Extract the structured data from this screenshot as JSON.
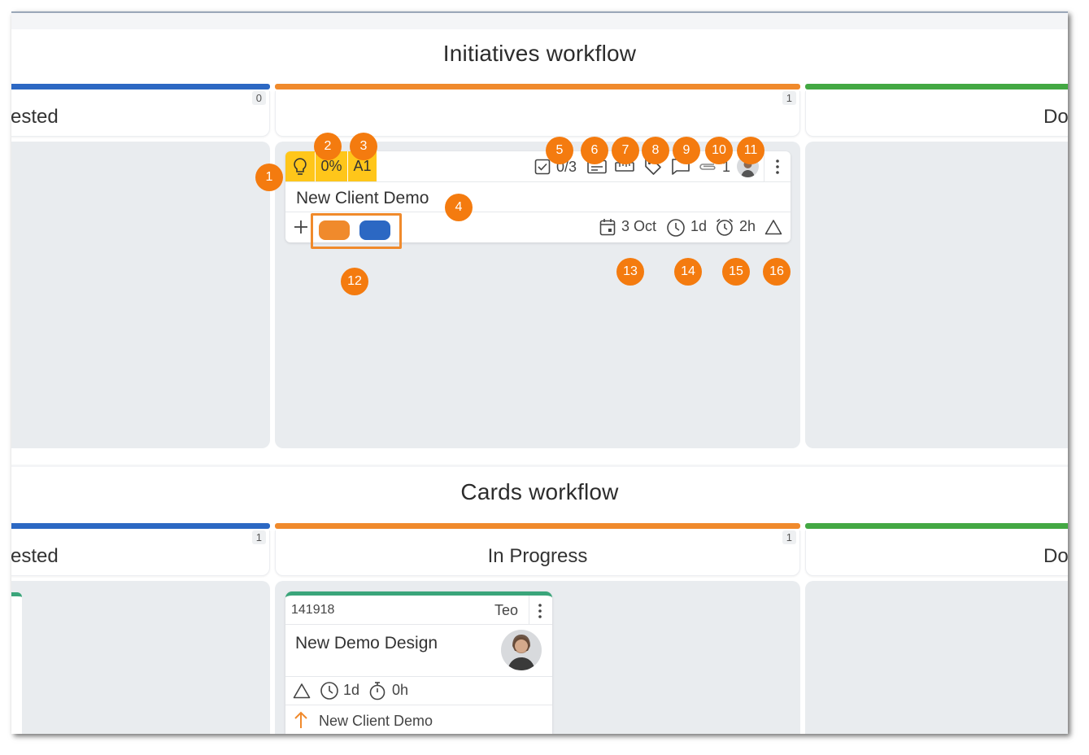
{
  "initiatives": {
    "title": "Initiatives workflow",
    "columns": [
      {
        "name": "Requested",
        "visible_name": "ested",
        "count": "0",
        "color": "#2c68c3"
      },
      {
        "name": "",
        "count": "1",
        "color": "#f08a2c"
      },
      {
        "name": "Done",
        "visible_name": "Do",
        "count": "",
        "color": "#43a843"
      }
    ],
    "card": {
      "icon": "lightbulb-icon",
      "progress": "0%",
      "size": "A1",
      "checklist": "0/3",
      "attachments_count": "1",
      "title": "New Client Demo",
      "date": "3 Oct",
      "duration": "1d",
      "time_logged": "2h",
      "label_colors": [
        "#f08a2c",
        "#2c68c3"
      ]
    }
  },
  "cards": {
    "title": "Cards workflow",
    "columns": [
      {
        "name": "Requested",
        "visible_name": "ested",
        "count": "1",
        "color": "#2c68c3"
      },
      {
        "name": "In Progress",
        "count": "1",
        "color": "#f08a2c"
      },
      {
        "name": "Done",
        "visible_name": "Do",
        "count": "",
        "color": "#43a843"
      }
    ],
    "card": {
      "id": "141918",
      "owner": "Teo",
      "title": "New Demo Design",
      "duration": "1d",
      "time": "0h",
      "parent": "New Client Demo",
      "top_color": "#3aa57a"
    }
  },
  "annotations": [
    "1",
    "2",
    "3",
    "4",
    "5",
    "6",
    "7",
    "8",
    "9",
    "10",
    "11",
    "12",
    "13",
    "14",
    "15",
    "16"
  ],
  "colors": {
    "annotation": "#f47b0f",
    "highlight": "#ffc61a",
    "column_bg": "#e9ecef"
  }
}
